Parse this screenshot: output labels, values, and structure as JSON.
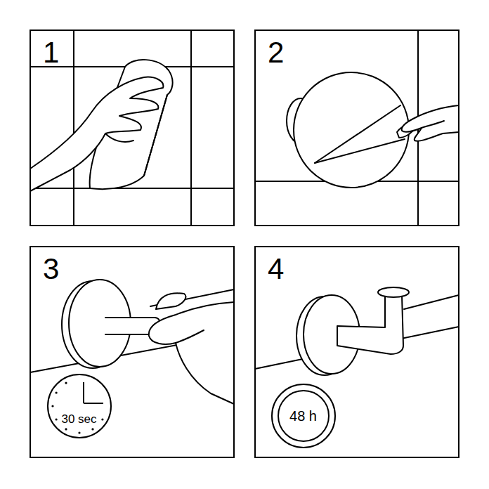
{
  "diagram": {
    "nodes": [
      {
        "text": [
          "1"
        ]
      },
      {
        "text": [
          "2"
        ]
      },
      {
        "text": [
          "3"
        ]
      },
      {
        "text": [
          "30 sec"
        ],
        "in": 2
      },
      {
        "text": [
          "4"
        ]
      },
      {
        "text": [
          "48 h"
        ],
        "in": 4
      }
    ]
  }
}
